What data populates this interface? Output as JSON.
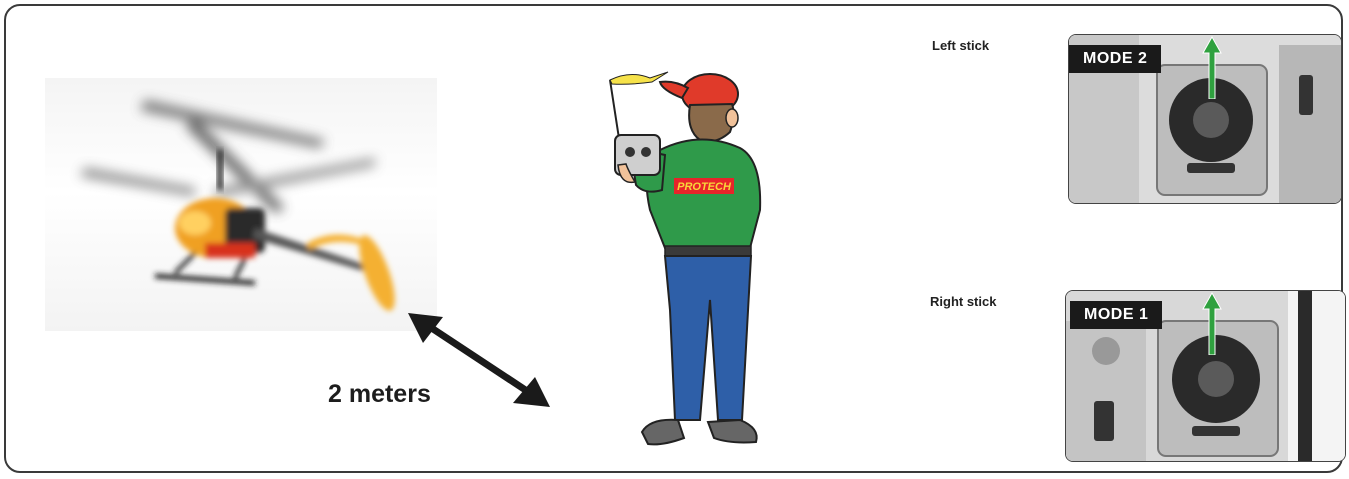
{
  "distance": {
    "label": "2 meters"
  },
  "pilot": {
    "shirt_text": "PROTECH"
  },
  "sticks": {
    "left": {
      "label": "Left stick",
      "mode": "MODE 2"
    },
    "right": {
      "label": "Right stick",
      "mode": "MODE 1"
    }
  },
  "colors": {
    "helicopter_body": "#f0a020",
    "shirt": "#2f9a4a",
    "cap": "#e03a2a",
    "jeans": "#2e5fa8",
    "arrow": "#2fa13f"
  },
  "icons": [
    "helicopter-icon",
    "double-arrow-icon",
    "pilot-icon",
    "arrow-up-icon"
  ]
}
